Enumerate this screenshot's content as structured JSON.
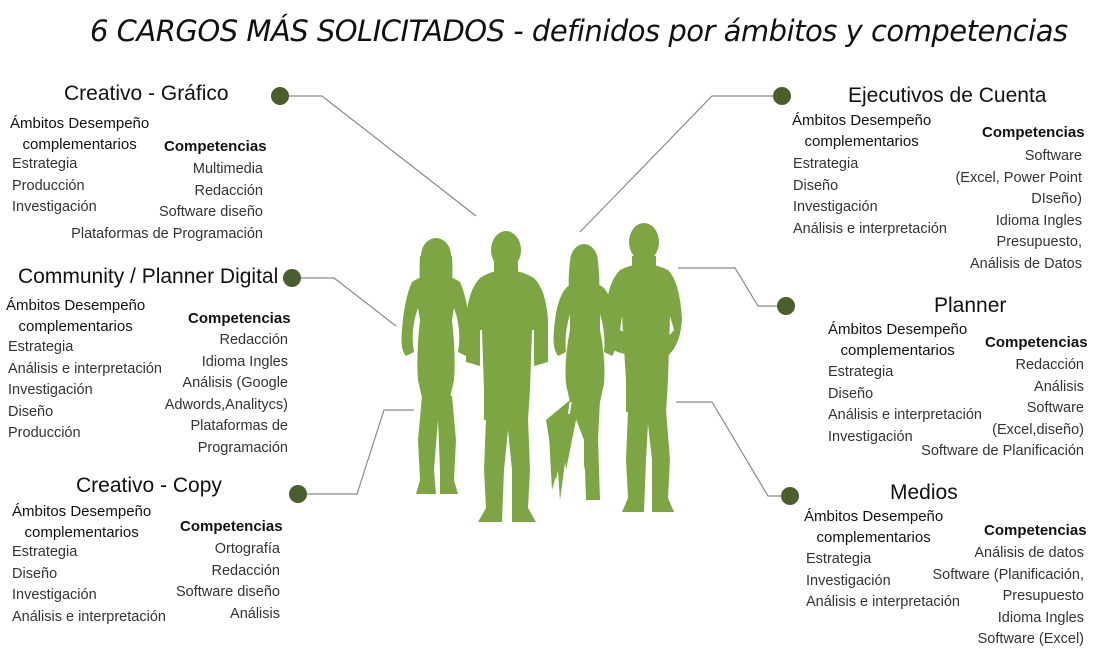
{
  "title": "6 CARGOS MÁS SOLICITADOS - definidos por ámbitos y competencias",
  "colors": {
    "silhouette": "#7ea544",
    "node": "#4a5e2e",
    "connector": "#8a8a8a"
  },
  "roles": [
    {
      "name": "Creativo - Gráfico",
      "ambitos_title": [
        "Ámbitos Desempeño",
        "complementarios"
      ],
      "ambitos": [
        "Estrategia",
        "Producción",
        "Investigación"
      ],
      "competencias_title": "Competencias",
      "competencias": [
        "Multimedia",
        "Redacción",
        "Software diseño",
        "Plataformas de Programación"
      ]
    },
    {
      "name": "Community / Planner Digital",
      "ambitos_title": [
        "Ámbitos Desempeño",
        "complementarios"
      ],
      "ambitos": [
        "Estrategia",
        "Análisis e interpretación",
        "Investigación",
        "Diseño",
        "Producción"
      ],
      "competencias_title": "Competencias",
      "competencias": [
        "Redacción",
        "Idioma Ingles",
        "Análisis (Google",
        "Adwords,Analitycs)",
        "Plataformas de",
        "Programación"
      ]
    },
    {
      "name": "Creativo - Copy",
      "ambitos_title": [
        "Ámbitos Desempeño",
        "complementarios"
      ],
      "ambitos": [
        "Estrategia",
        "Diseño",
        "Investigación",
        "Análisis e interpretación"
      ],
      "competencias_title": "Competencias",
      "competencias": [
        "Ortografía",
        "Redacción",
        "Software diseño",
        "Análisis"
      ]
    },
    {
      "name": "Ejecutivos de Cuenta",
      "ambitos_title": [
        "Ámbitos Desempeño",
        "complementarios"
      ],
      "ambitos": [
        "Estrategia",
        "Diseño",
        "Investigación",
        "Análisis e interpretación"
      ],
      "competencias_title": "Competencias",
      "competencias": [
        "Software",
        "(Excel, Power Point",
        "DIseño)",
        "Idioma Ingles",
        "Presupuesto,",
        "Análisis de Datos"
      ]
    },
    {
      "name": "Planner",
      "ambitos_title": [
        "Ámbitos Desempeño",
        "complementarios"
      ],
      "ambitos": [
        "Estrategia",
        "Diseño",
        "Análisis e interpretación",
        "Investigación"
      ],
      "competencias_title": "Competencias",
      "competencias": [
        "Redacción",
        "Análisis",
        "Software",
        "(Excel,diseño)",
        "Software de Planificación"
      ]
    },
    {
      "name": "Medios",
      "ambitos_title": [
        "Ámbitos Desempeño",
        "complementarios"
      ],
      "ambitos": [
        "Estrategia",
        "Investigación",
        "Análisis e interpretación"
      ],
      "competencias_title": "Competencias",
      "competencias": [
        "Análisis de datos",
        "Software (Planificación,",
        "Presupuesto",
        "Idioma Ingles",
        "Software (Excel)"
      ]
    }
  ]
}
